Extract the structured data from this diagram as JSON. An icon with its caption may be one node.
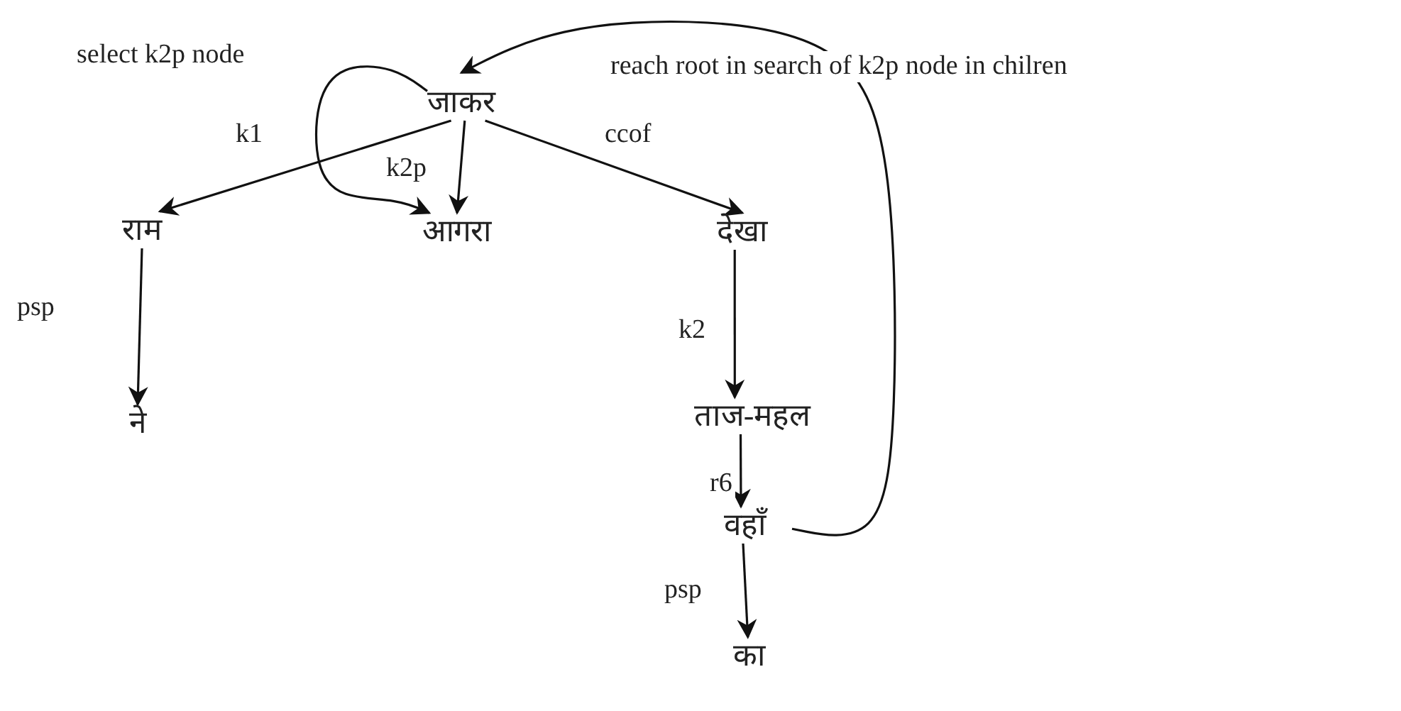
{
  "diagram": {
    "nodes": [
      {
        "text": [
          "जाकर"
        ]
      },
      {
        "text": [
          "राम"
        ]
      },
      {
        "text": [
          "आगरा"
        ]
      },
      {
        "text": [
          "देखा"
        ]
      },
      {
        "text": [
          "ने"
        ]
      },
      {
        "text": [
          "ताज-महल"
        ]
      },
      {
        "text": [
          "वहाँ"
        ]
      },
      {
        "text": [
          "का"
        ]
      }
    ],
    "edges": [
      {
        "from": 0,
        "to": 1,
        "arrow": "to",
        "label": "k1"
      },
      {
        "from": 0,
        "to": 2,
        "arrow": "to",
        "label": "k2p"
      },
      {
        "from": 0,
        "to": 3,
        "arrow": "to",
        "label": "ccof"
      },
      {
        "from": 1,
        "to": 4,
        "arrow": "to",
        "label": "psp"
      },
      {
        "from": 3,
        "to": 5,
        "arrow": "to",
        "label": "k2"
      },
      {
        "from": 5,
        "to": 6,
        "arrow": "to",
        "label": "r6"
      },
      {
        "from": 6,
        "to": 7,
        "arrow": "to",
        "label": "psp"
      },
      {
        "from": 0,
        "to": 2,
        "arrow": "to",
        "label": "select k2p node"
      },
      {
        "from": 6,
        "to": 0,
        "arrow": "to",
        "label": "reach root in search of k2p node in chilren"
      }
    ]
  }
}
